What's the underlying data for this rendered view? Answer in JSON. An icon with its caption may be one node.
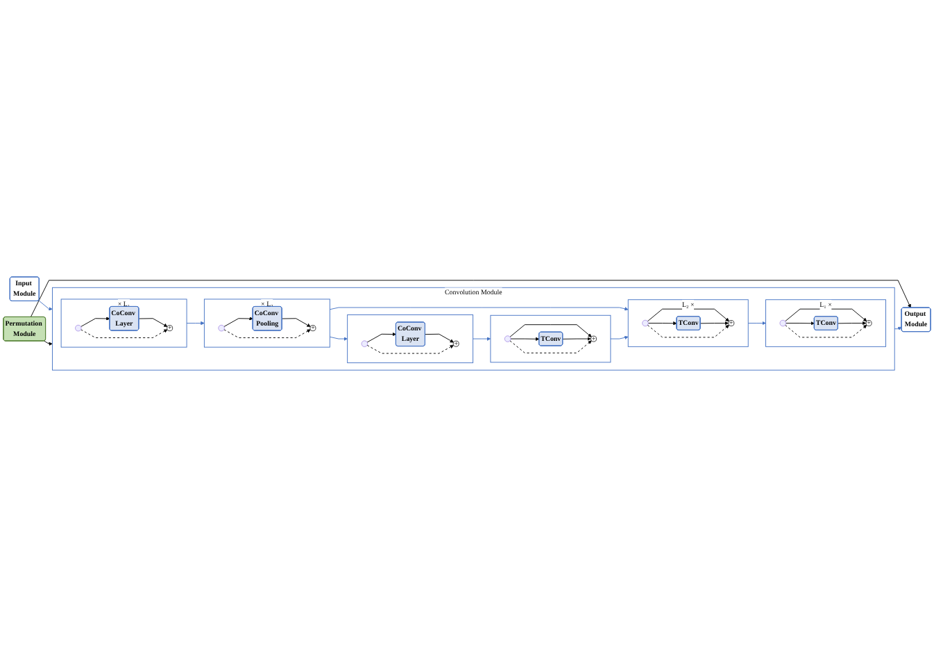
{
  "diagram": {
    "nodes": [
      {
        "text": [
          "Input Module"
        ]
      },
      {
        "text": [
          "Permutation Module"
        ]
      },
      {
        "text": [
          "Output Module"
        ]
      },
      {
        "text": [
          "Convolution Module"
        ]
      },
      {
        "text": [],
        "shape": "box",
        "in": 3,
        "beside": [
          "× L₁"
        ]
      },
      {
        "text": [
          "CoConv Layer"
        ],
        "in": 4
      },
      {
        "text": [
          "+"
        ],
        "in": 4
      },
      {
        "text": [],
        "shape": "box",
        "in": 3,
        "beside": [
          "L₁ ×"
        ]
      },
      {
        "text": [
          "TConv"
        ],
        "in": 7
      },
      {
        "text": [
          "+"
        ],
        "in": 7
      },
      {
        "text": [],
        "shape": "box",
        "in": 3,
        "beside": [
          "× L₂"
        ]
      },
      {
        "text": [
          "CoConv Pooling"
        ],
        "in": 10
      },
      {
        "text": [
          "+"
        ],
        "in": 10
      },
      {
        "text": [],
        "shape": "box",
        "in": 3,
        "beside": [
          "L₂ ×"
        ]
      },
      {
        "text": [
          "TConv"
        ],
        "in": 13
      },
      {
        "text": [
          "+"
        ],
        "in": 13
      },
      {
        "text": [],
        "shape": "box",
        "in": 3
      },
      {
        "text": [
          "CoConv Layer"
        ],
        "in": 16
      },
      {
        "text": [
          "+"
        ],
        "in": 16
      },
      {
        "text": [],
        "shape": "box",
        "in": 3
      },
      {
        "text": [
          "TConv"
        ],
        "in": 19
      },
      {
        "text": [
          "+"
        ],
        "in": 19
      }
    ],
    "edges": [
      {
        "from": 0,
        "to": 3,
        "arrow": "to",
        "color": "#4472c4"
      },
      {
        "from": 1,
        "to": 3,
        "arrow": "to"
      },
      {
        "from": 3,
        "to": 2,
        "arrow": "to",
        "color": "#4472c4"
      },
      {
        "from": 1,
        "to": 2,
        "arrow": "to"
      },
      {
        "from": null,
        "to": 5,
        "arrow": "to"
      },
      {
        "from": 5,
        "to": 6,
        "arrow": "to"
      },
      {
        "from": null,
        "to": 6,
        "arrow": "to",
        "style": "dashed"
      },
      {
        "from": null,
        "to": 9,
        "arrow": "to"
      },
      {
        "from": null,
        "to": 8,
        "arrow": "to"
      },
      {
        "from": 8,
        "to": 9,
        "arrow": "to"
      },
      {
        "from": null,
        "to": 9,
        "arrow": "to",
        "style": "dashed"
      },
      {
        "from": 4,
        "to": 10,
        "arrow": "to",
        "color": "#4472c4"
      },
      {
        "from": 13,
        "to": 7,
        "arrow": "to",
        "color": "#4472c4"
      },
      {
        "from": null,
        "to": 11,
        "arrow": "to"
      },
      {
        "from": 11,
        "to": 12,
        "arrow": "to"
      },
      {
        "from": null,
        "to": 12,
        "arrow": "to",
        "style": "dashed"
      },
      {
        "from": null,
        "to": 15,
        "arrow": "to"
      },
      {
        "from": 10,
        "to": 13,
        "arrow": "to",
        "color": "#4472c4"
      },
      {
        "from": null,
        "to": 14,
        "arrow": "to"
      },
      {
        "from": 14,
        "to": 15,
        "arrow": "to"
      },
      {
        "from": null,
        "to": 15,
        "arrow": "to",
        "style": "dashed"
      },
      {
        "from": 10,
        "to": 16,
        "arrow": "to",
        "color": "#4472c4"
      },
      {
        "from": 19,
        "to": 13,
        "arrow": "to",
        "color": "#4472c4"
      },
      {
        "from": null,
        "to": 17,
        "arrow": "to"
      },
      {
        "from": 17,
        "to": 18,
        "arrow": "to"
      },
      {
        "from": null,
        "to": 18,
        "arrow": "to",
        "style": "dashed"
      },
      {
        "from": null,
        "to": 21,
        "arrow": "to"
      },
      {
        "from": 16,
        "to": 19,
        "arrow": "to",
        "color": "#4472c4"
      },
      {
        "from": null,
        "to": 20,
        "arrow": "to"
      },
      {
        "from": 20,
        "to": 21,
        "arrow": "to"
      },
      {
        "from": null,
        "to": 21,
        "arrow": "to",
        "style": "dashed"
      }
    ]
  }
}
